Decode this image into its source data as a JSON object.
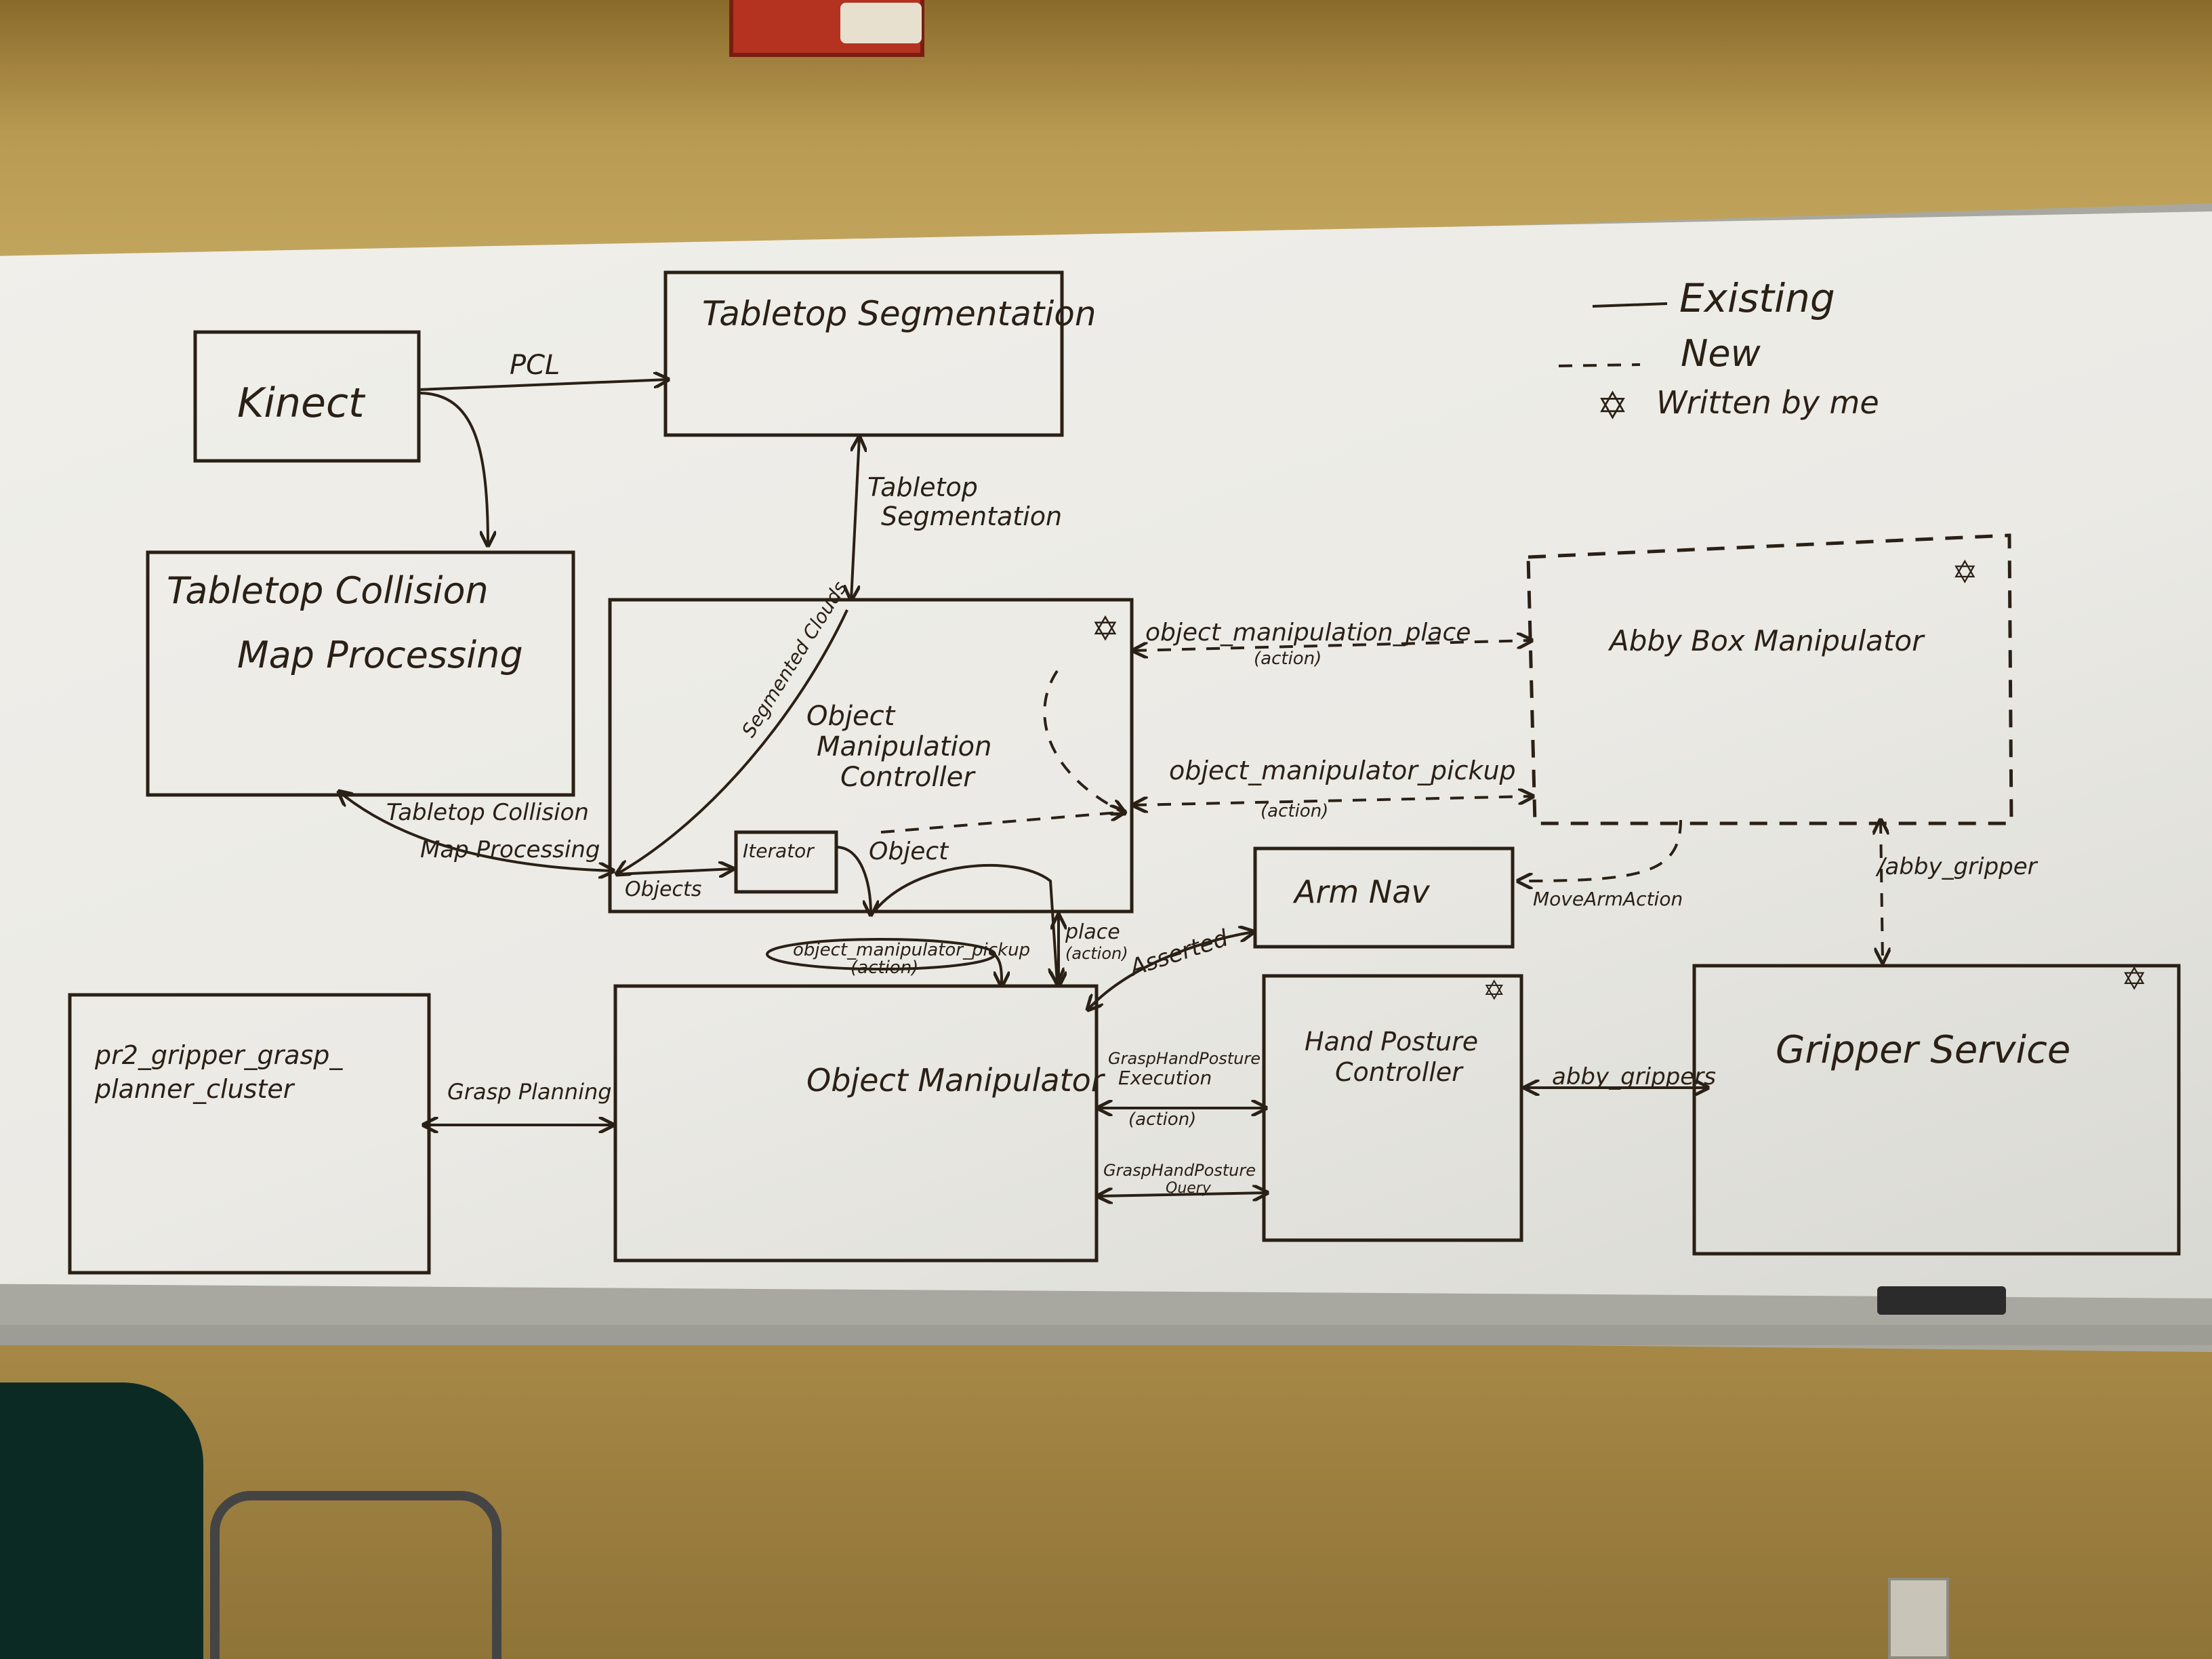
{
  "legend": {
    "existing": "Existing",
    "new": "New",
    "written_by_me": "Written by me"
  },
  "nodes": {
    "kinect": "Kinect",
    "tabletop_segmentation": "Tabletop Segmentation",
    "tabletop_collision_line1": "Tabletop Collision",
    "tabletop_collision_line2": "Map Processing",
    "omc_line1": "Object",
    "omc_line2": "Manipulation",
    "omc_line3": "Controller",
    "iterator": "Iterator",
    "abby_box": "Abby Box Manipulator",
    "arm_nav": "Arm Nav",
    "grasp_planner_line1": "pr2_gripper_grasp_",
    "grasp_planner_line2": "planner_cluster",
    "object_manipulator": "Object Manipulator",
    "hpc_line1": "Hand Posture",
    "hpc_line2": "Controller",
    "gripper_service": "Gripper Service"
  },
  "edges": {
    "pcl": "PCL",
    "tabletop_seg_line1": "Tabletop",
    "tabletop_seg_line2": "Segmentation",
    "segmented_clouds": "Segmented Clouds",
    "tcmp_line1": "Tabletop Collision",
    "tcmp_line2": "Map Processing",
    "objects": "Objects",
    "object": "Object",
    "om_place": "object_manipulation_place",
    "om_place_action": "(action)",
    "om_pickup": "object_manipulator_pickup",
    "om_pickup_action": "(action)",
    "inner_pickup": "object_manipulator_pickup",
    "inner_pickup_action": "(action)",
    "place": "place",
    "place_action": "(action)",
    "asserted": "Asserted",
    "move_arm_action": "MoveArmAction",
    "abby_gripper": "/abby_gripper",
    "grasp_planning": "Grasp Planning",
    "ghp_exec_line1": "GraspHandPosture",
    "ghp_exec_line2": "Execution",
    "ghp_exec_action": "(action)",
    "ghp_query_line1": "GraspHandPosture",
    "ghp_query_line2": "Query",
    "abby_grippers": "abby_grippers"
  },
  "colors": {
    "marker": "#2a2016",
    "board": "#ecebe6",
    "wall": "#b99a52"
  }
}
